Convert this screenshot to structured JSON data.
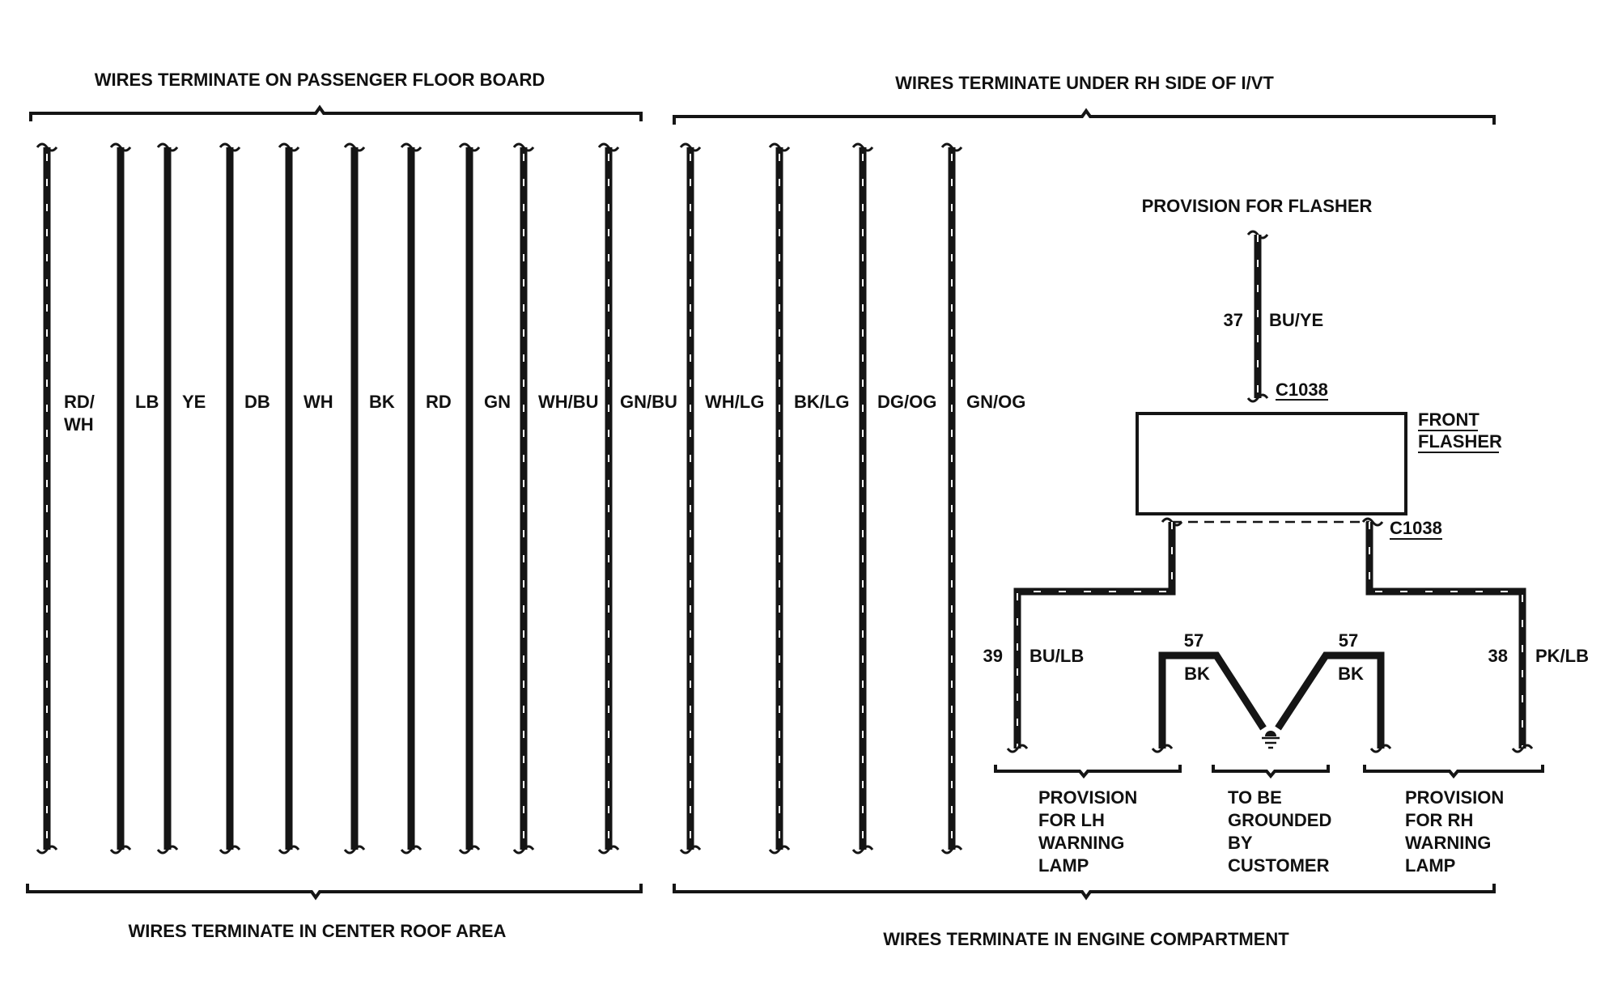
{
  "headers": {
    "top_left": "WIRES TERMINATE ON PASSENGER FLOOR BOARD",
    "top_right": "WIRES TERMINATE UNDER RH SIDE OF I/VT",
    "bottom_left": "WIRES TERMINATE IN CENTER ROOF AREA",
    "bottom_right": "WIRES TERMINATE IN ENGINE COMPARTMENT"
  },
  "wires": [
    {
      "label": [
        "RD/",
        "WH"
      ],
      "striped": true
    },
    {
      "label": [
        "LB"
      ],
      "striped": false
    },
    {
      "label": [
        "YE"
      ],
      "striped": false
    },
    {
      "label": [
        "DB"
      ],
      "striped": false
    },
    {
      "label": [
        "WH"
      ],
      "striped": false
    },
    {
      "label": [
        "BK"
      ],
      "striped": false
    },
    {
      "label": [
        "RD"
      ],
      "striped": false
    },
    {
      "label": [
        "GN"
      ],
      "striped": false
    },
    {
      "label": [
        "WH/BU"
      ],
      "striped": true
    },
    {
      "label": [
        "GN/BU"
      ],
      "striped": true
    },
    {
      "label": [
        "WH/LG"
      ],
      "striped": true
    },
    {
      "label": [
        "BK/LG"
      ],
      "striped": true
    },
    {
      "label": [
        "DG/OG"
      ],
      "striped": true
    },
    {
      "label": [
        "GN/OG"
      ],
      "striped": true
    }
  ],
  "flasher": {
    "provision_title": "PROVISION FOR FLASHER",
    "input_circuit": "37",
    "input_color": "BU/YE",
    "connector_top": "C1038",
    "connector_bottom": "C1038",
    "name_line1": "FRONT",
    "name_line2": "FLASHER"
  },
  "outputs": {
    "left_circuit": "39",
    "left_color": "BU/LB",
    "right_circuit": "38",
    "right_color": "PK/LB",
    "ground_left_circuit": "57",
    "ground_left_color": "BK",
    "ground_right_circuit": "57",
    "ground_right_color": "BK"
  },
  "notes": {
    "lh_lamp": [
      "PROVISION",
      "FOR LH",
      "WARNING",
      "LAMP"
    ],
    "ground": [
      "TO BE",
      "GROUNDED",
      "BY",
      "CUSTOMER"
    ],
    "rh_lamp": [
      "PROVISION",
      "FOR RH",
      "WARNING",
      "LAMP"
    ]
  }
}
